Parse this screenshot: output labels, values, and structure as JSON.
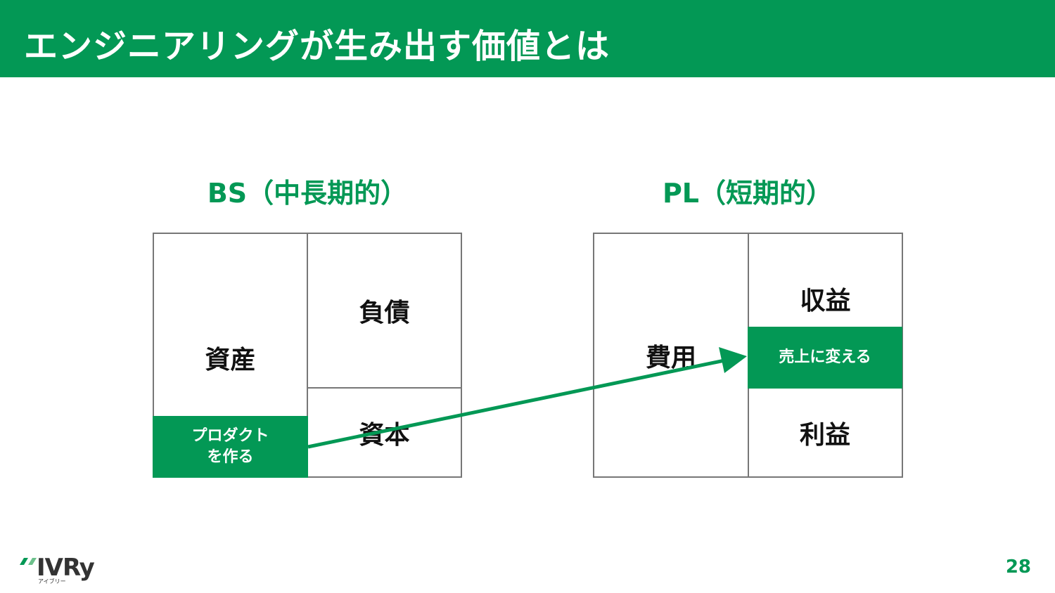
{
  "header": {
    "title": "エンジニアリングが生み出す価値とは"
  },
  "bs": {
    "title": "BS（中長期的）",
    "assets": "資産",
    "liabilities": "負債",
    "equity": "資本",
    "highlight_line1": "プロダクト",
    "highlight_line2": "を作る"
  },
  "pl": {
    "title": "PL（短期的）",
    "expenses": "費用",
    "revenue": "収益",
    "highlight": "売上に変える",
    "profit": "利益"
  },
  "footer": {
    "logo_text": "IVRy",
    "logo_sub": "アイブリー",
    "page_number": "28"
  },
  "colors": {
    "accent": "#039855",
    "border": "#777777"
  }
}
